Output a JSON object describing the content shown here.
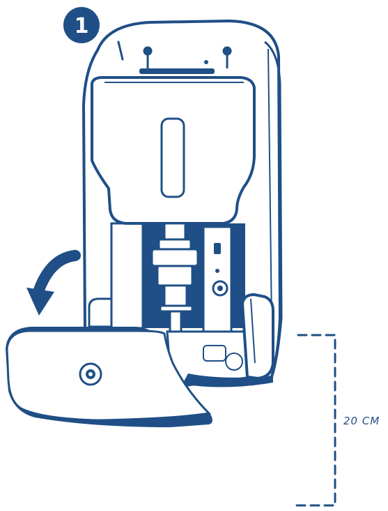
{
  "step_number": "1",
  "dimension_label": "20 CM",
  "colors": {
    "outline": "#1f4f86",
    "fill": "#ffffff",
    "shade": "#e6edf5",
    "interior": "#1f4f86"
  },
  "icons": [
    "step-badge",
    "rotate-arrow-icon",
    "dispenser",
    "dimension-bracket"
  ]
}
